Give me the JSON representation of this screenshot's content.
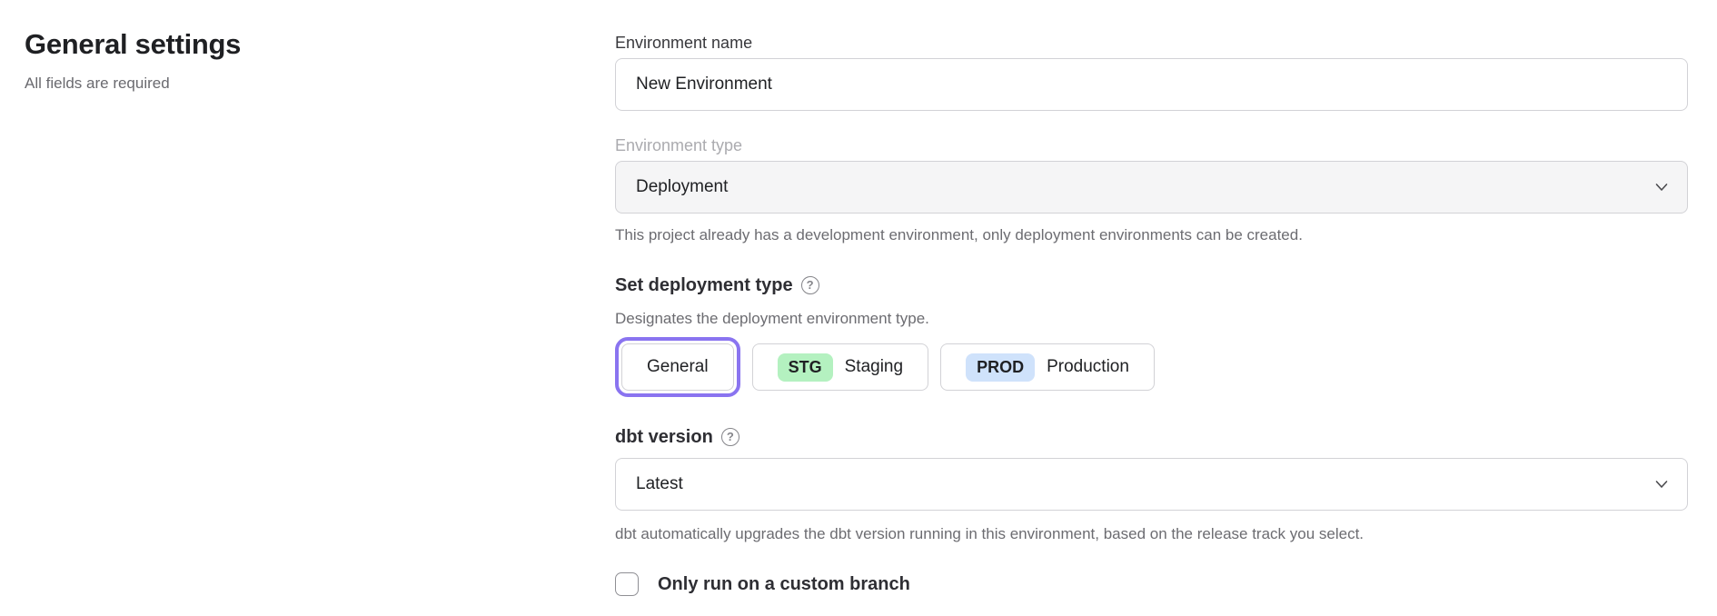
{
  "page": {
    "title": "General settings",
    "subtitle": "All fields are required"
  },
  "form": {
    "environment_name": {
      "label": "Environment name",
      "value": "New Environment"
    },
    "environment_type": {
      "label": "Environment type",
      "value": "Deployment",
      "disabled": true,
      "helper": "This project already has a development environment, only deployment environments can be created."
    },
    "deployment_type": {
      "label": "Set deployment type",
      "help_icon": "question-mark",
      "description": "Designates the deployment environment type.",
      "options": [
        {
          "label": "General",
          "selected": true
        },
        {
          "badge": "STG",
          "label": "Staging",
          "selected": false
        },
        {
          "badge": "PROD",
          "label": "Production",
          "selected": false
        }
      ]
    },
    "dbt_version": {
      "label": "dbt version",
      "help_icon": "question-mark",
      "value": "Latest",
      "helper": "dbt automatically upgrades the dbt version running in this environment, based on the release track you select."
    },
    "custom_branch": {
      "label": "Only run on a custom branch",
      "checked": false
    }
  },
  "colors": {
    "accent_purple": "#8a74f0",
    "staging_badge_green": "#b4f1c0",
    "production_badge_blue": "#cfe2fb",
    "disabled_select_bg": "#f5f5f6",
    "input_border": "#d2d2d6"
  }
}
